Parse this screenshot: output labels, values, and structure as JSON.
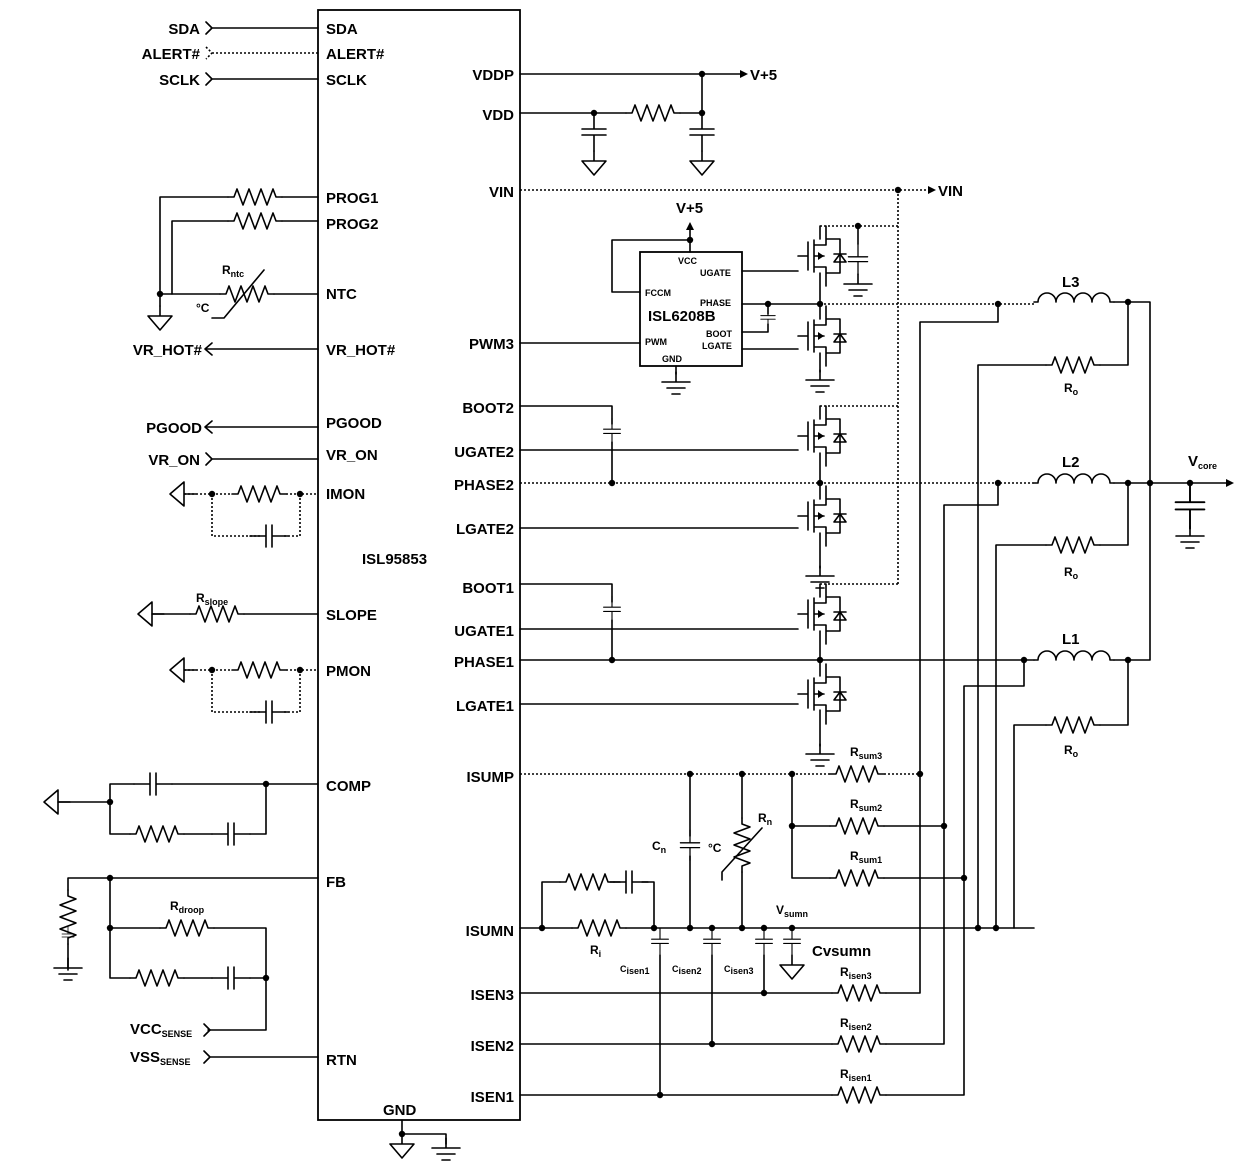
{
  "main_ic": {
    "name": "ISL95853",
    "left_pins": [
      "SDA",
      "ALERT#",
      "SCLK",
      "PROG1",
      "PROG2",
      "NTC",
      "VR_HOT#",
      "PGOOD",
      "VR_ON",
      "IMON",
      "SLOPE",
      "PMON",
      "COMP",
      "FB",
      "RTN"
    ],
    "right_pins": [
      "VDDP",
      "VDD",
      "VIN",
      "PWM3",
      "BOOT2",
      "UGATE2",
      "PHASE2",
      "LGATE2",
      "BOOT1",
      "UGATE1",
      "PHASE1",
      "LGATE1",
      "ISUMP",
      "ISUMN",
      "ISEN3",
      "ISEN2",
      "ISEN1"
    ],
    "bottom_pin": "GND"
  },
  "external_signals": {
    "sda": "SDA",
    "alert": "ALERT#",
    "sclk": "SCLK",
    "vr_hot": "VR_HOT#",
    "pgood": "PGOOD",
    "vr_on": "VR_ON",
    "vcc_sense_main": "VCC",
    "vss_sense_main": "VSS",
    "sense_sub": "SENSE"
  },
  "rails": {
    "v5": "V+5",
    "vin": "VIN"
  },
  "driver_ic": {
    "name": "ISL6208B",
    "pins": {
      "vcc": "VCC",
      "ugate": "UGATE",
      "fccm": "FCCM",
      "phase": "PHASE",
      "boot": "BOOT",
      "pwm": "PWM",
      "lgate": "LGATE",
      "gnd": "GND"
    }
  },
  "components": {
    "r_ntc_main": "R",
    "r_ntc_sub": "ntc",
    "temp_symbol": "°C",
    "r_slope_main": "R",
    "r_slope_sub": "slope",
    "r_droop_main": "R",
    "r_droop_sub": "droop",
    "inductors": [
      "L3",
      "L2",
      "L1"
    ],
    "r_o_main": "R",
    "r_o_sub": "o",
    "vcore_main": "V",
    "vcore_sub": "core",
    "r_sum_main": "R",
    "r_sum_subs": [
      "sum3",
      "sum2",
      "sum1"
    ],
    "r_n_main": "R",
    "r_n_sub": "n",
    "c_n_main": "C",
    "c_n_sub": "n",
    "v_sumn_main": "V",
    "v_sumn_sub": "sumn",
    "c_vsumn": "Cvsumn",
    "r_i_main": "R",
    "r_i_sub": "i",
    "c_isen_main": "C",
    "c_isen_subs": [
      "isen1",
      "isen2",
      "isen3"
    ],
    "r_isen_main": "R",
    "r_isen_subs": [
      "isen3",
      "isen2",
      "isen1"
    ]
  }
}
